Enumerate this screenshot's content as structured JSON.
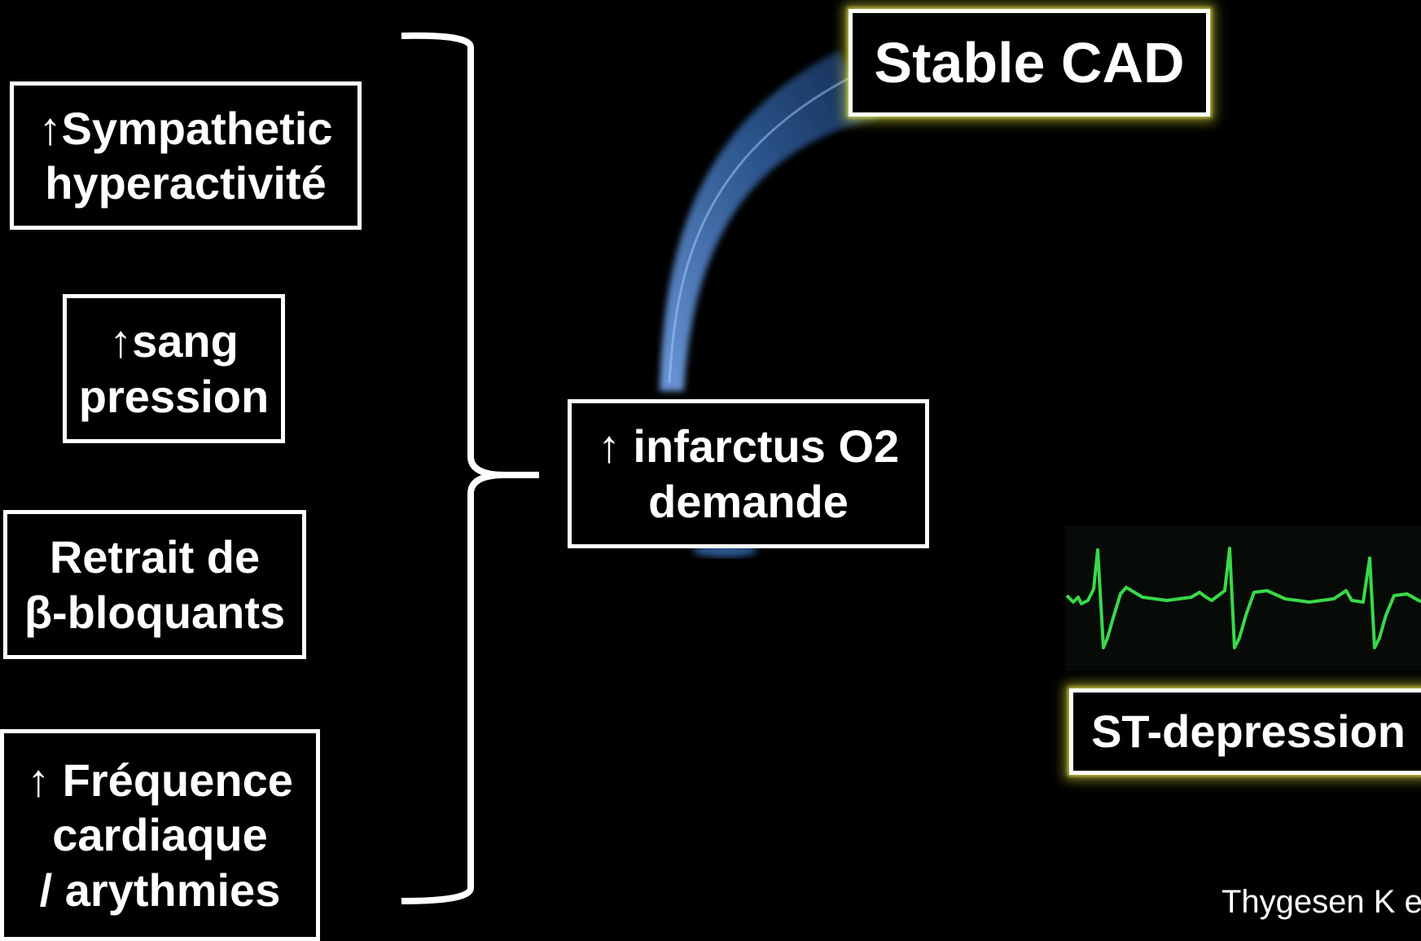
{
  "factors": [
    {
      "lines": [
        "↑Sympathetic",
        "hyperactivité"
      ]
    },
    {
      "lines": [
        "↑sang",
        "pression"
      ]
    },
    {
      "lines": [
        "Retrait de",
        "β-bloquants"
      ]
    },
    {
      "lines": [
        "↑ Fréquence",
        "cardiaque",
        "/ arythmies"
      ]
    }
  ],
  "demand_box": {
    "lines": [
      "↑ infarctus O2",
      "demande"
    ]
  },
  "stable_cad": "Stable CAD",
  "st_depression": "ST-depression",
  "citation": "Thygesen K e",
  "colors": {
    "background": "#000000",
    "box_border": "#ffffff",
    "glow": "#e6e63c",
    "arc": "#3d78c8",
    "ecg_trace": "#39d94a"
  },
  "icons": [
    "curly-brace",
    "curved-arrow",
    "ecg-trace"
  ]
}
